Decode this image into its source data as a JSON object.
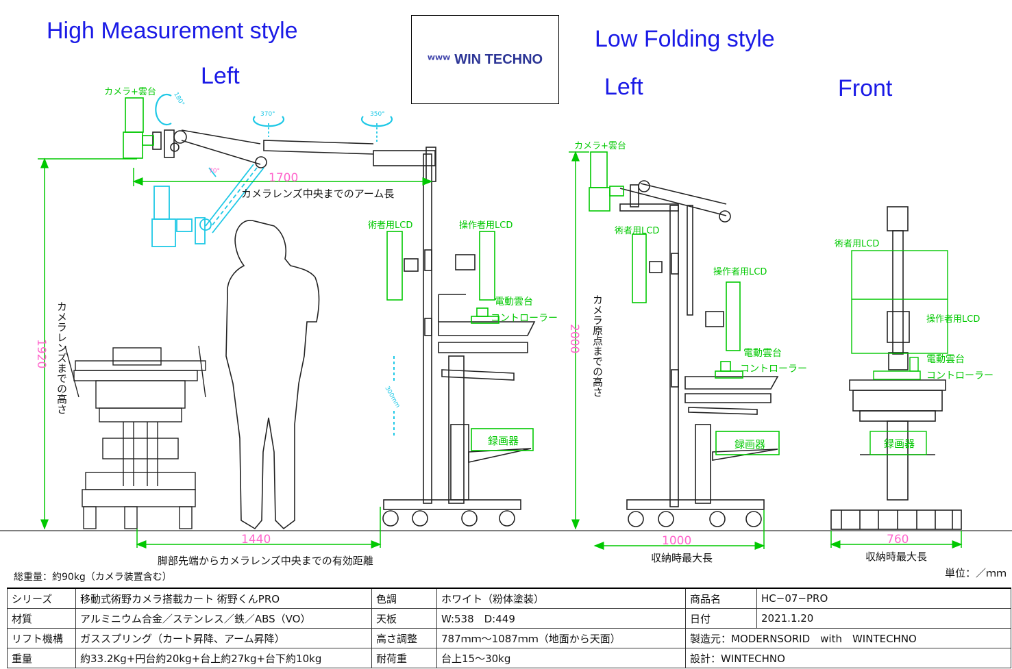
{
  "headings": {
    "high_style": "High Measurement style",
    "high_left": "Left",
    "low_style": "Low Folding style",
    "low_left": "Left",
    "low_front": "Front"
  },
  "logo": {
    "text": "WIN TECHNO"
  },
  "labels": {
    "camera_mount_1": "カメラ+雲台",
    "camera_mount_2": "カメラ+雲台",
    "arm_length": "カメラレンズ中央までのアーム長",
    "surgeon_lcd_1": "術者用LCD",
    "operator_lcd_1": "操作者用LCD",
    "ptz_controller_1a": "電動雲台",
    "ptz_controller_1b": "コントローラー",
    "recorder_1": "録画器",
    "height_to_lens": "カメラレンズまでの高さ",
    "effective_distance": "脚部先端からカメラレンズ中央までの有効距離",
    "surgeon_lcd_2": "術者用LCD",
    "operator_lcd_2": "操作者用LCD",
    "ptz_controller_2a": "電動雲台",
    "ptz_controller_2b": "コントローラー",
    "recorder_2": "録画器",
    "height_to_origin": "カメラ原点までの高さ",
    "max_length_folded_1": "収納時最大長",
    "surgeon_lcd_3": "術者用LCD",
    "operator_lcd_3": "操作者用LCD",
    "ptz_controller_3a": "電動雲台",
    "ptz_controller_3b": "コントローラー",
    "recorder_3": "録画器",
    "max_length_folded_2": "収納時最大長"
  },
  "dimensions": {
    "arm_length": "1700",
    "height_high": "1920",
    "distance": "1440",
    "height_low": "2000",
    "length_low": "1000",
    "width_front": "760",
    "rot_180": "180°",
    "rot_370": "370°",
    "rot_350": "350°",
    "tilt_70": "70°",
    "stroke_300": "300mm"
  },
  "summary": "総重量：約90kg（カメラ装置含む）",
  "unit": "単位：／ｍｍ",
  "spec_table": [
    [
      "シリーズ",
      "移動式術野カメラ搭載カート 術野くんPRO",
      "色調",
      "ホワイト（粉体塗装）",
      "商品名",
      "HC−07−PRO"
    ],
    [
      "材質",
      "アルミニウム合金／ステンレス／鉄／ABS（VO）",
      "天板",
      "W:538　D:449",
      "日付",
      "2021.1.20"
    ],
    [
      "リフト機構",
      "ガススプリング（カート昇降、アーム昇降）",
      "高さ調整",
      "787ｍｍ〜1087ｍｍ（地面から天面）",
      "製造元：MODERNSORID　with　WINTECHNO",
      ""
    ],
    [
      "重量",
      "約33.2Kg+円台約20kg+台上約27kg+台下約10kg",
      "耐荷重",
      "台上15〜30kg",
      "設計：WINTECHNO",
      ""
    ]
  ]
}
